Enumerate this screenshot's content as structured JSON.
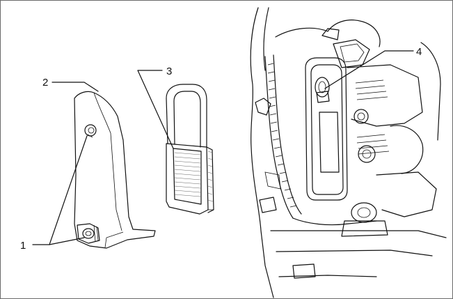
{
  "callouts": [
    {
      "id": "1",
      "label": "1"
    },
    {
      "id": "2",
      "label": "2"
    },
    {
      "id": "3",
      "label": "3"
    },
    {
      "id": "4",
      "label": "4"
    }
  ],
  "colors": {
    "line": "#111111",
    "frame": "#6a6a6a",
    "background": "#ffffff"
  }
}
